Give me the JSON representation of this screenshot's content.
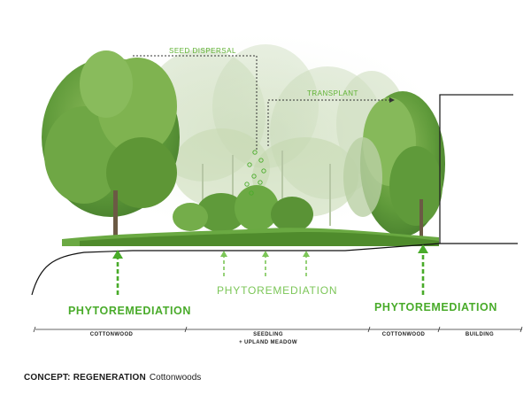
{
  "annotations": {
    "seed_dispersal": "SEED DISPERSAL",
    "transplant": "TRANSPLANT"
  },
  "phytoremediation": {
    "left": "PHYTOREMEDIATION",
    "center": "PHYTOREMEDIATION",
    "right": "PHYTOREMEDIATION"
  },
  "zones": {
    "cottonwood_left": "COTTONWOOD",
    "seedling_line1": "SEEDLING",
    "seedling_line2": "+ UPLAND MEADOW",
    "cottonwood_right": "COTTONWOOD",
    "building": "BUILDING"
  },
  "caption": {
    "concept": "CONCEPT: REGENERATION",
    "subtitle": "Cottonwoods"
  },
  "colors": {
    "accent_green": "#49ab2a",
    "light_green": "#7cc658",
    "line_dark": "#222222"
  }
}
